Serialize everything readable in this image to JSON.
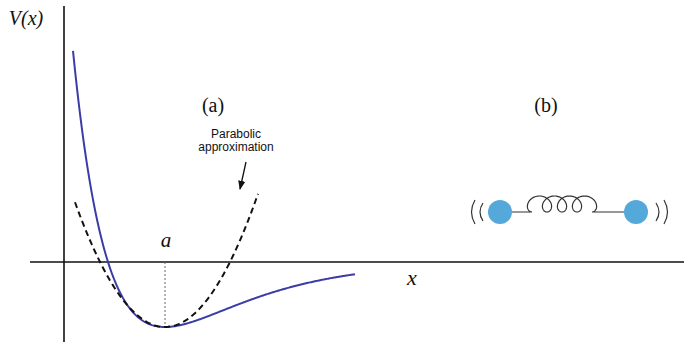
{
  "diagram": {
    "labels": [
      "V(x)",
      "(a)",
      "Parabolic approximation",
      "a",
      "x",
      "(b)"
    ]
  }
}
